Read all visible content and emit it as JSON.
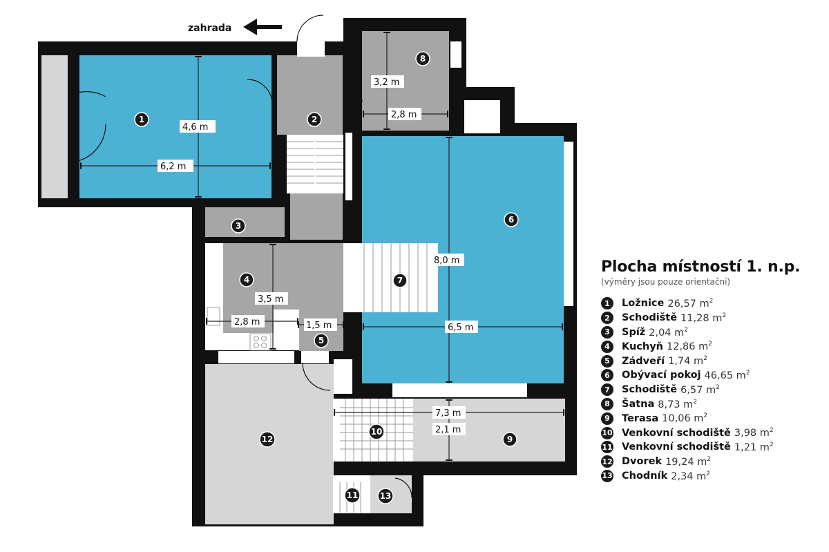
{
  "plan": {
    "garden_label": "zahrada",
    "colors": {
      "wall": "#111111",
      "living_room": "#4cb2d4",
      "service_room": "#a6a6a6",
      "outdoor": "#d6d6d6",
      "stairs": "#ffffff"
    },
    "rooms": [
      {
        "number": "1",
        "fill": "living_room",
        "dims": [
          "4,6 m",
          "6,2 m"
        ]
      },
      {
        "number": "2",
        "fill": "service_room",
        "dims": []
      },
      {
        "number": "3",
        "fill": "service_room",
        "dims": []
      },
      {
        "number": "4",
        "fill": "service_room",
        "dims": [
          "3,5 m",
          "2,8 m"
        ]
      },
      {
        "number": "5",
        "fill": "service_room",
        "dims": [
          "1,5 m"
        ]
      },
      {
        "number": "6",
        "fill": "living_room",
        "dims": [
          "8,0 m",
          "6,5 m"
        ]
      },
      {
        "number": "7",
        "fill": "stairs",
        "dims": []
      },
      {
        "number": "8",
        "fill": "service_room",
        "dims": [
          "3,2 m",
          "2,8 m"
        ]
      },
      {
        "number": "9",
        "fill": "outdoor",
        "dims": [
          "7,3 m",
          "2,1 m"
        ]
      },
      {
        "number": "10",
        "fill": "stairs",
        "dims": []
      },
      {
        "number": "11",
        "fill": "stairs",
        "dims": []
      },
      {
        "number": "12",
        "fill": "outdoor",
        "dims": []
      },
      {
        "number": "13",
        "fill": "outdoor",
        "dims": []
      }
    ]
  },
  "legend": {
    "title": "Plocha místností 1. n.p.",
    "subtitle": "(výměry jsou pouze orientační)",
    "unit": "m",
    "unit_sup": "2",
    "items": [
      {
        "number": "1",
        "name": "Ložnice",
        "area": "26,57"
      },
      {
        "number": "2",
        "name": "Schodiště",
        "area": "11,28"
      },
      {
        "number": "3",
        "name": "Spíž",
        "area": "2,04"
      },
      {
        "number": "4",
        "name": "Kuchyň",
        "area": "12,86"
      },
      {
        "number": "5",
        "name": "Zádveří",
        "area": "1,74"
      },
      {
        "number": "6",
        "name": "Obývací pokoj",
        "area": "46,65"
      },
      {
        "number": "7",
        "name": "Schodiště",
        "area": "6,57"
      },
      {
        "number": "8",
        "name": "Šatna",
        "area": "8,73"
      },
      {
        "number": "9",
        "name": "Terasa",
        "area": "10,06"
      },
      {
        "number": "10",
        "name": "Venkovní schodiště",
        "area": "3,98"
      },
      {
        "number": "11",
        "name": "Venkovní schodiště",
        "area": "1,21"
      },
      {
        "number": "12",
        "name": "Dvorek",
        "area": "19,24"
      },
      {
        "number": "13",
        "name": "Chodník",
        "area": "2,34"
      }
    ]
  }
}
